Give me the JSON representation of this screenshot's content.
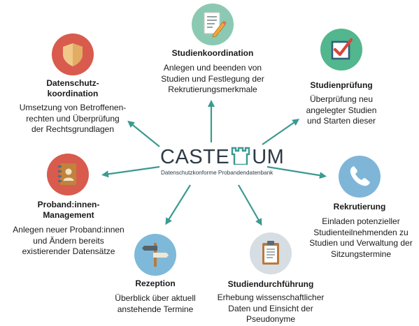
{
  "logo": {
    "wordmark_left": "CASTE",
    "wordmark_right": "UM",
    "tagline": "Datenschutzkonforme Probandendatenbank"
  },
  "colors": {
    "arrow": "#3b9a91",
    "wordmark": "#2e3a45",
    "tower": "#3b9a91"
  },
  "nodes": {
    "koordination": {
      "title": [
        "Studienkoordination"
      ],
      "desc": [
        "Anlegen und beenden von",
        "Studien und Festlegung der",
        "Rekrutierungsmerkmale"
      ],
      "icon": "document-pencil-icon",
      "circle_color": "#8cc9b3"
    },
    "pruefung": {
      "title": [
        "Studienprüfung"
      ],
      "desc": [
        "Überprüfung neu",
        "angelegter Studien",
        "und Starten dieser"
      ],
      "icon": "checkbox-icon",
      "circle_color": "#52b68e"
    },
    "rekrutierung": {
      "title": [
        "Rekrutierung"
      ],
      "desc": [
        "Einladen potenzieller",
        "Studienteilnehmenden zu",
        "Studien und Verwaltung der",
        "Sitzungstermine"
      ],
      "icon": "phone-icon",
      "circle_color": "#7fb6d8"
    },
    "durchfuehrung": {
      "title": [
        "Studiendurchführung"
      ],
      "desc": [
        "Erhebung wissenschaftlicher",
        "Daten und Einsicht der",
        "Pseudonyme"
      ],
      "icon": "clipboard-icon",
      "circle_color": "#d6dde3"
    },
    "rezeption": {
      "title": [
        "Rezeption"
      ],
      "desc": [
        "Überblick über aktuell",
        "anstehende Termine"
      ],
      "icon": "signpost-icon",
      "circle_color": "#7fb9d9"
    },
    "management": {
      "title": [
        "Proband:innen-",
        "Management"
      ],
      "desc": [
        "Anlegen neuer Proband:innen",
        "und Ändern bereits",
        "existierender Datensätze"
      ],
      "icon": "address-book-icon",
      "circle_color": "#d85b4e"
    },
    "datenschutz": {
      "title": [
        "Datenschutz-",
        "koordination"
      ],
      "desc": [
        "Umsetzung von Betroffenen-",
        "rechten und Überprüfung",
        "der Rechtsgrundlagen"
      ],
      "icon": "shield-icon",
      "circle_color": "#d85b4e"
    }
  }
}
